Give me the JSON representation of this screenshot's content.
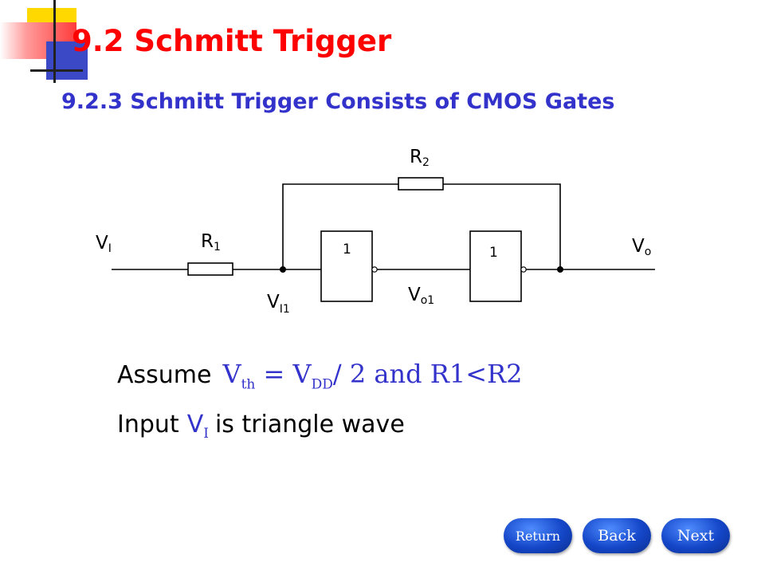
{
  "slide": {
    "title": "9.2 Schmitt Trigger",
    "subtitle": "9.2.3 Schmitt Trigger Consists of CMOS Gates"
  },
  "circuit": {
    "labels": {
      "vi_main": "V",
      "vi_sub": "I",
      "r1_main": "R",
      "r1_sub": "1",
      "r2_main": "R",
      "r2_sub": "2",
      "vo_main": "V",
      "vo_sub": "o",
      "vi1_main": "V",
      "vi1_sub": "I1",
      "vo1_main": "V",
      "vo1_sub": "o1"
    },
    "gate1_label": "1",
    "gate2_label": "1"
  },
  "text": {
    "assume_word": "Assume",
    "vth_main": "V",
    "vth_sub": "th",
    "eq_mid": " = V",
    "vdd_sub": "DD",
    "eq_tail": "/ 2  and  R1<R2",
    "input_word": "Input",
    "vi_main": "V",
    "vi_sub": "I",
    "input_tail": "is triangle wave"
  },
  "nav": {
    "return_label": "Return",
    "back_label": "Back",
    "next_label": "Next"
  },
  "colors": {
    "title": "#ff0000",
    "subtitle": "#3333cc",
    "formula": "#3333cc",
    "nav_button": "#1446c8"
  }
}
